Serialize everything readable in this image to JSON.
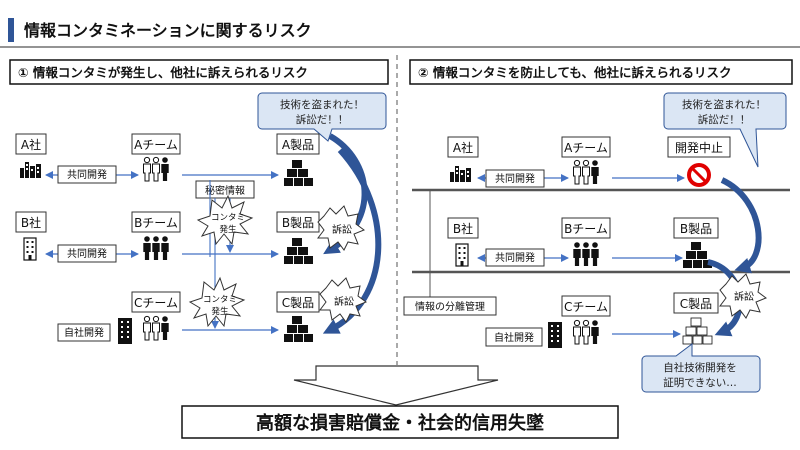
{
  "title": "情報コンタミネーションに関するリスク",
  "left": {
    "header": "① 情報コンタミが発生し、他社に訴えられるリスク",
    "callout": [
      "技術を盗まれた！",
      "訴訟だ！！"
    ],
    "rows": [
      {
        "company": "A社",
        "relation": "共同開発",
        "team": "Aチーム",
        "product": "A製品"
      },
      {
        "company": "B社",
        "relation": "共同開発",
        "team": "Bチーム",
        "product": "B製品"
      },
      {
        "company": "",
        "relation": "自社開発",
        "team": "Cチーム",
        "product": "C製品"
      }
    ],
    "secret": "秘密情報",
    "burst_text": [
      "コンタミ",
      "発生"
    ],
    "lawsuit": "訴訟"
  },
  "right": {
    "header": "② 情報コンタミを防止しても、他社に訴えられるリスク",
    "callout": [
      "技術を盗まれた！",
      "訴訟だ！！"
    ],
    "rows": [
      {
        "company": "A社",
        "relation": "共同開発",
        "team": "Aチーム",
        "product": "開発中止"
      },
      {
        "company": "B社",
        "relation": "共同開発",
        "team": "Bチーム",
        "product": "B製品"
      },
      {
        "company": "",
        "relation": "自社開発",
        "team": "Cチーム",
        "product": "C製品"
      }
    ],
    "separation": "情報の分離管理",
    "lawsuit": "訴訟",
    "bottom_callout": [
      "自社技術開発を",
      "証明できない…"
    ]
  },
  "result": "高額な損害賠償金・社会的信用失墜",
  "colors": {
    "accent": "#2f5597",
    "line": "#4472c4",
    "callout_fill": "#dbe6f4",
    "stop": "#e00000"
  }
}
